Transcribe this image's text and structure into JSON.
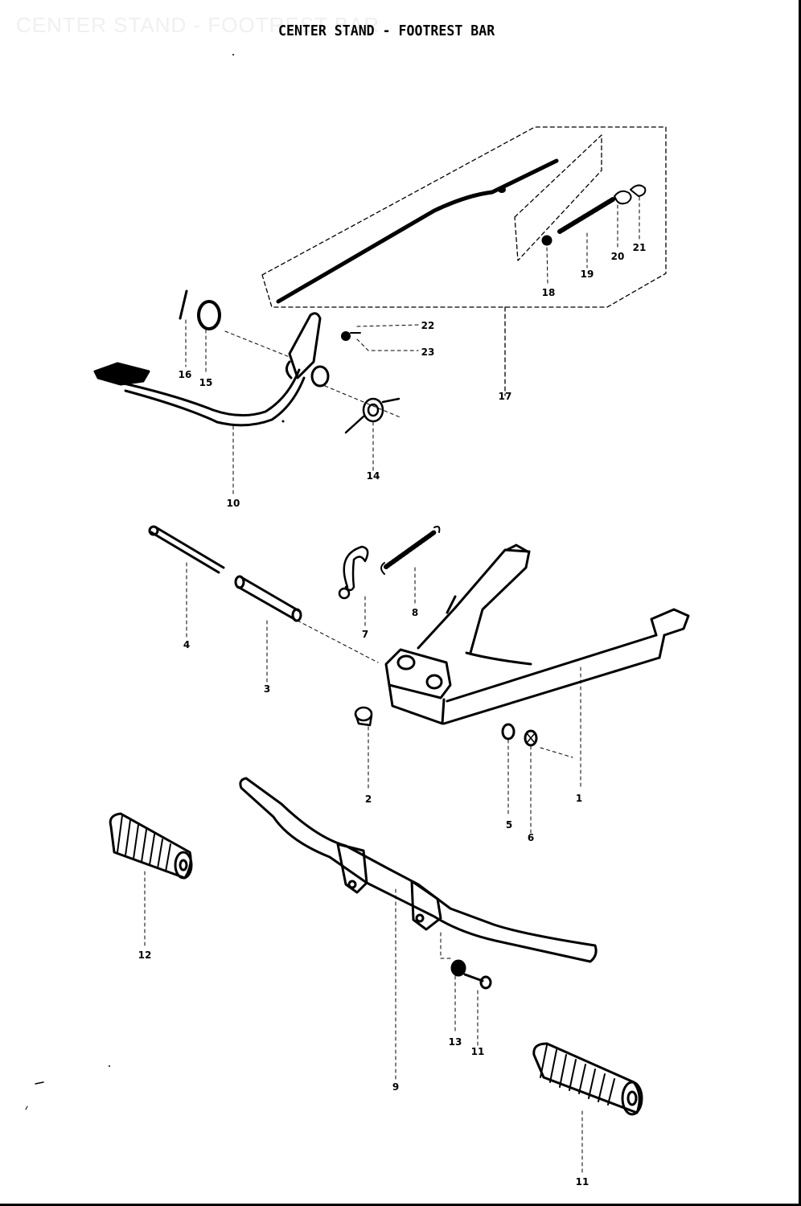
{
  "diagram": {
    "watermark": "CENTER STAND - FOOTREST BAR",
    "title": "CENTER STAND - FOOTREST BAR",
    "callouts": {
      "c1": "1",
      "c2": "2",
      "c3": "3",
      "c4": "4",
      "c5": "5",
      "c6": "6",
      "c7": "7",
      "c8": "8",
      "c9": "9",
      "c10": "10",
      "c11": "11",
      "c12": "12",
      "c13": "13",
      "c14": "14",
      "c15": "15",
      "c16": "16",
      "c17": "17",
      "c18": "18",
      "c19": "19",
      "c20": "20",
      "c21": "21",
      "c22": "22",
      "c23": "23"
    }
  }
}
